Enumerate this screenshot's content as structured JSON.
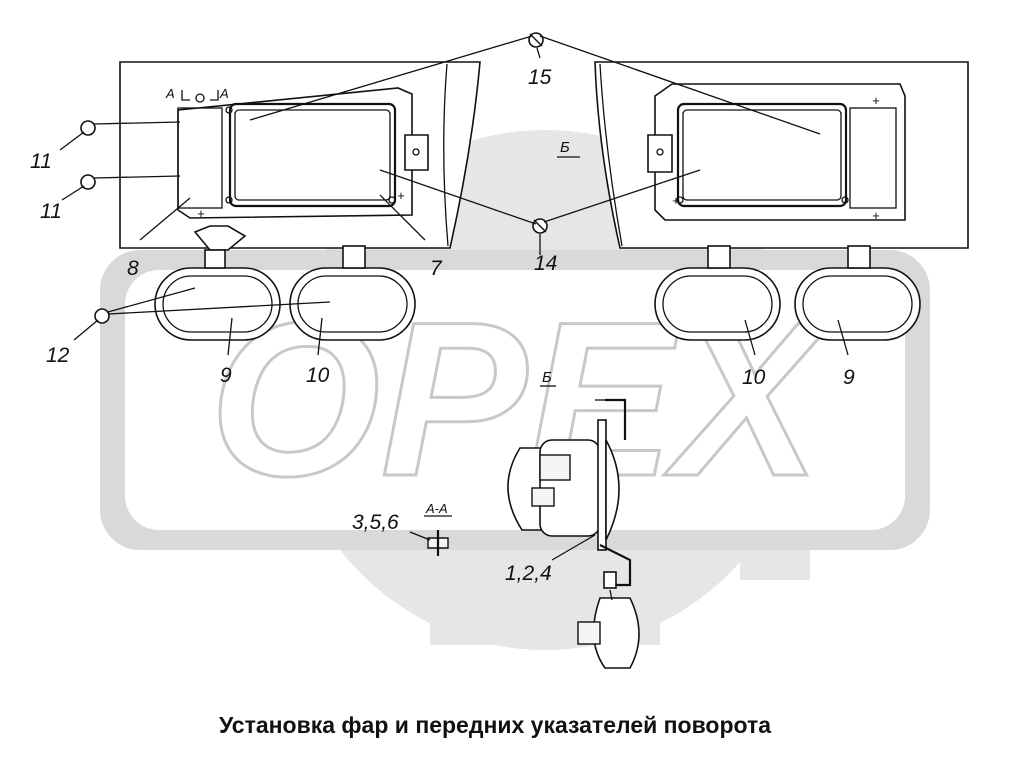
{
  "watermark": {
    "text": "OPEX",
    "color": "#e2e2e2"
  },
  "callouts": {
    "c11a": "11",
    "c11b": "11",
    "c12": "12",
    "c8": "8",
    "c7": "7",
    "c9a": "9",
    "c10a": "10",
    "c15": "15",
    "c14": "14",
    "c10b": "10",
    "c9b": "9",
    "c356": "3,5,6",
    "c124": "1,2,4"
  },
  "section_marks": {
    "a_left": "A",
    "a_right": "A",
    "b_top": "Б",
    "b_view": "Б",
    "aa": "А-А"
  },
  "caption": "Установка фар и передних указателей поворота"
}
